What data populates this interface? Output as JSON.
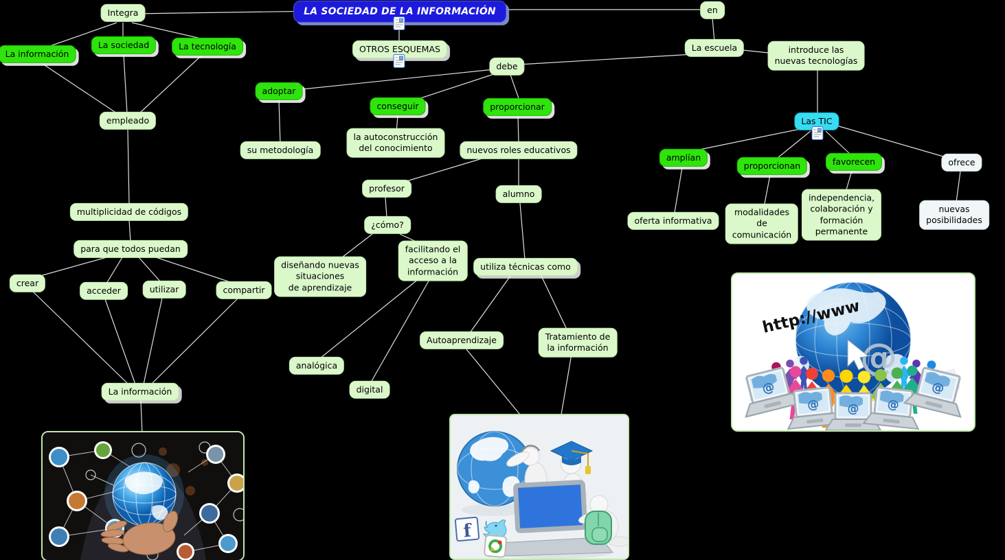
{
  "app": {
    "background": "#000000",
    "type": "concept-map"
  },
  "colors": {
    "background": "#000000",
    "title_blue": "#1d1add",
    "bright_green": "#2fe40c",
    "light_green": "#dbf8cb",
    "cyan": "#37dcf2",
    "white_node": "#f1f6f8",
    "line": "#ededed"
  },
  "nodes": {
    "title": "LA SOCIEDAD DE LA INFORMACIÓN",
    "integra": "Integra",
    "en": "en",
    "la_informacion_1": "La información",
    "la_sociedad": "La sociedad",
    "la_tecnologia": "La tecnología",
    "otros_esquemas": "OTROS ESQUEMAS",
    "debe": "debe",
    "la_escuela": "La escuela",
    "introduce": "introduce las\nnuevas tecnologías",
    "adoptar": "adoptar",
    "conseguir": "conseguir",
    "proporcionar": "proporcionar",
    "su_metodologia": "su metodología",
    "autoconstruccion": "la autoconstrucción\ndel conocimiento",
    "nuevos_roles": "nuevos roles educativos",
    "empleado": "empleado",
    "las_tic": "Las TIC",
    "amplian": "amplían",
    "proporcionan": "proporcionan",
    "favorecen": "favorecen",
    "ofrece": "ofrece",
    "oferta_informativa": "oferta informativa",
    "modalidades": "modalidades\nde\ncomunicación",
    "independencia": "independencia,\ncolaboración y\nformación\npermanente",
    "nuevas_posibilidades": "nuevas posibilidades",
    "multiplicidad": "multiplicidad de códigos",
    "para_que": "para que todos puedan",
    "crear": "crear",
    "acceder": "acceder",
    "utilizar": "utilizar",
    "compartir": "compartir",
    "profesor": "profesor",
    "como": "¿cómo?",
    "disenando": "diseñando nuevas\nsituaciones\nde aprendizaje",
    "facilitando": "facilitando el\nacceso a la\ninformación",
    "alumno": "alumno",
    "utiliza_tecnicas": "utiliza técnicas como",
    "analogica": "analógica",
    "digital": "digital",
    "autoaprendizaje": "Autoaprendizaje",
    "tratamiento": "Tratamiento de\nla información",
    "la_informacion_2": "La información"
  },
  "icons": {
    "resource_icon": "document-with-image-resource"
  },
  "images": {
    "right": {
      "name": "internet-globe-people-laptops",
      "url_text": "http://www",
      "at_symbol": "@"
    },
    "left": {
      "name": "hand-holding-glowing-globe-network"
    },
    "center": {
      "name": "elearning-figures-globe-laptop",
      "facebook_glyph": "f"
    }
  }
}
